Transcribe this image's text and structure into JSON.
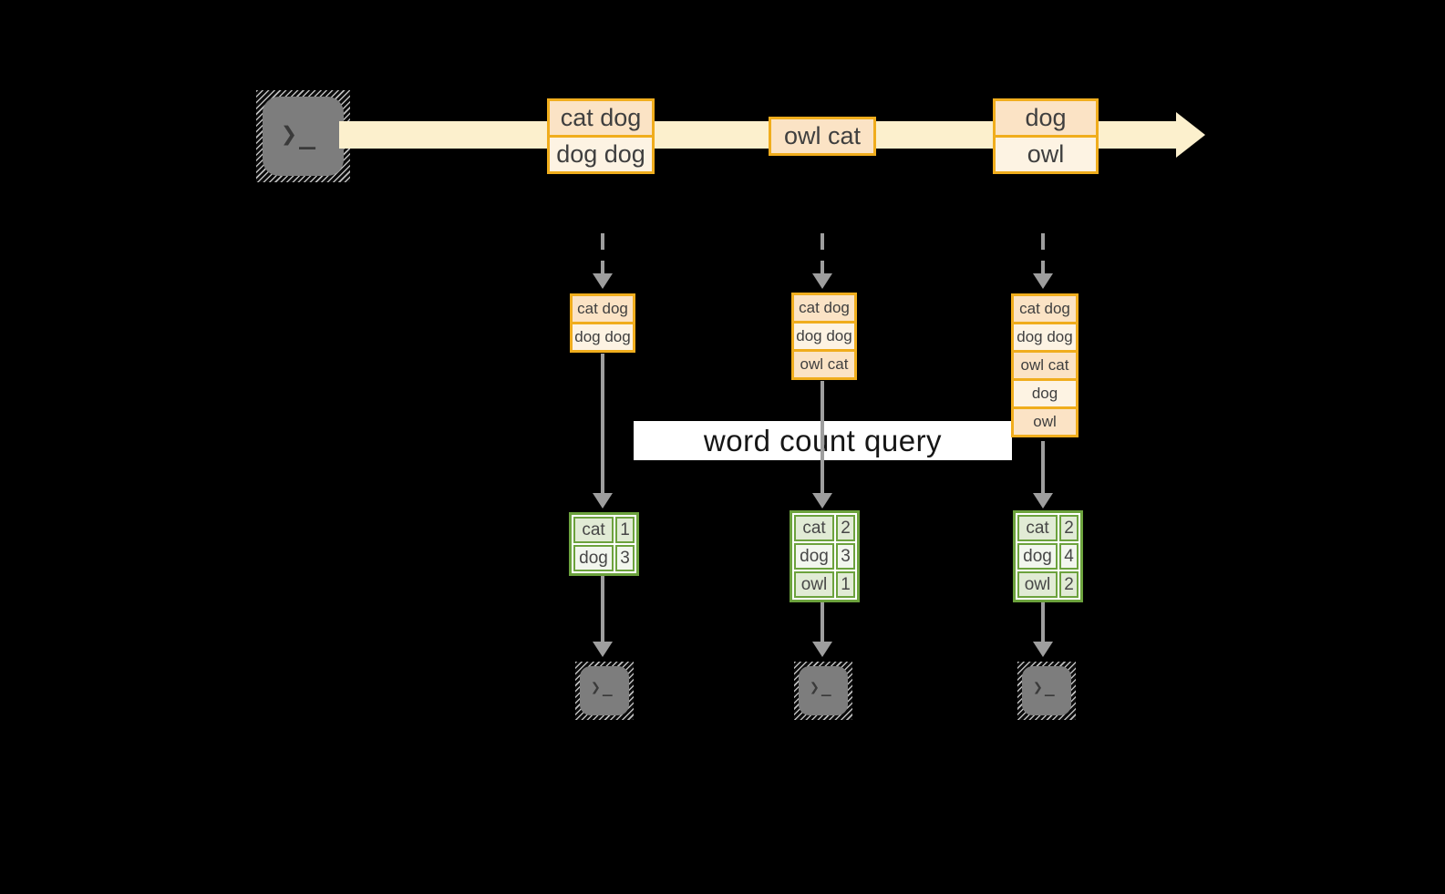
{
  "query_label": "word count query",
  "icons": {
    "terminal_glyph": "❯_"
  },
  "colors": {
    "background": "#000000",
    "gold": "#f0ad1d",
    "peach": "#fbe3c5",
    "cream": "#fdf3e3",
    "stream": "#fcf0cd",
    "green": "#6ca23d",
    "green_dark": "#e1ebd5",
    "green_light": "#f2f6ee",
    "arrow_gray": "#9e9e9e"
  },
  "stream": {
    "batches": [
      {
        "rows": [
          "cat dog",
          "dog dog"
        ]
      },
      {
        "rows": [
          "owl cat"
        ]
      },
      {
        "rows": [
          "dog",
          "owl"
        ]
      }
    ]
  },
  "columns": [
    {
      "buffer": [
        "cat dog",
        "dog dog"
      ],
      "counts": [
        {
          "word": "cat",
          "count": "1"
        },
        {
          "word": "dog",
          "count": "3"
        }
      ]
    },
    {
      "buffer": [
        "cat dog",
        "dog dog",
        "owl cat"
      ],
      "counts": [
        {
          "word": "cat",
          "count": "2"
        },
        {
          "word": "dog",
          "count": "3"
        },
        {
          "word": "owl",
          "count": "1"
        }
      ]
    },
    {
      "buffer": [
        "cat dog",
        "dog dog",
        "owl cat",
        "dog",
        "owl"
      ],
      "counts": [
        {
          "word": "cat",
          "count": "2"
        },
        {
          "word": "dog",
          "count": "4"
        },
        {
          "word": "owl",
          "count": "2"
        }
      ]
    }
  ]
}
